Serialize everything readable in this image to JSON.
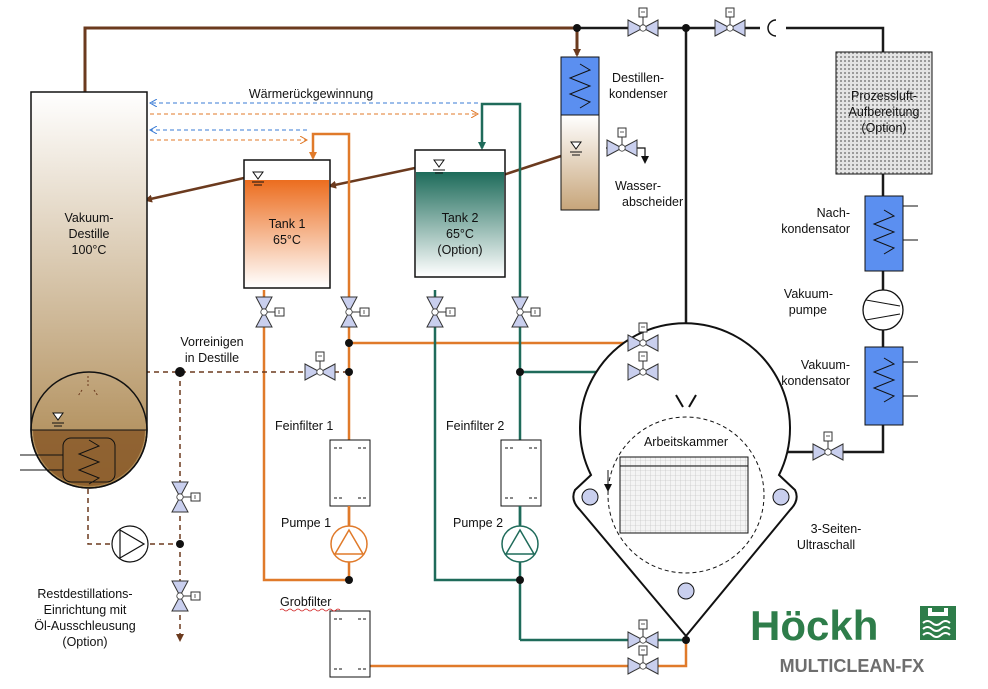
{
  "labels": {
    "heat_recovery": "Wärmerückgewinnung",
    "distillation_condenser": [
      "Destillen-",
      "kondenser"
    ],
    "water_separator": [
      "Wasser-",
      "abscheider"
    ],
    "process_air": [
      "Prozessluft-",
      "Aufbereitung",
      "(Option)"
    ],
    "post_condenser": [
      "Nach-",
      "kondensator"
    ],
    "vacuum_pump": [
      "Vakuum-",
      "pumpe"
    ],
    "vacuum_condenser": [
      "Vakuum-",
      "kondensator"
    ],
    "vacuum_still": [
      "Vakuum-",
      "Destille",
      "100°C"
    ],
    "tank1": [
      "Tank 1",
      "65°C"
    ],
    "tank2": [
      "Tank 2",
      "65°C",
      "(Option)"
    ],
    "pre_clean": [
      "Vorreinigen",
      "in Destille"
    ],
    "fine_filter_1": "Feinfilter 1",
    "fine_filter_2": "Feinfilter 2",
    "pump_1": "Pumpe 1",
    "pump_2": "Pumpe 2",
    "coarse_filter": "Grobfilter",
    "work_chamber": "Arbeitskammer",
    "ultrasound": [
      "3-Seiten-",
      "Ultraschall"
    ],
    "residue_unit": [
      "Restdestillations-",
      "Einrichtung mit",
      "Öl-Ausschleusung",
      "(Option)"
    ]
  },
  "brand": {
    "name": "Höckh",
    "product": "MULTICLEAN-FX"
  },
  "colors": {
    "steam_pipe": "#6b3a1e",
    "tank1_circuit": "#e07a2a",
    "tank2_circuit": "#1f6b5a",
    "air_circuit": "#1a1a1a",
    "heat_recovery_blue": "#3a7bd5",
    "heat_recovery_orange": "#e07a2a",
    "condenser_blue": "#5b8ff0",
    "valve_fill": "#c9cfee",
    "logo_green": "#2e7d4a",
    "logo_gray": "#6e6e6e"
  },
  "icons": [
    "valve-icon",
    "pump-icon",
    "vacuum-pump-icon",
    "heat-exchanger-icon",
    "check-valve-icon",
    "liquid-level-icon",
    "filter-icon",
    "nozzle-icon",
    "logo-waves-icon"
  ]
}
